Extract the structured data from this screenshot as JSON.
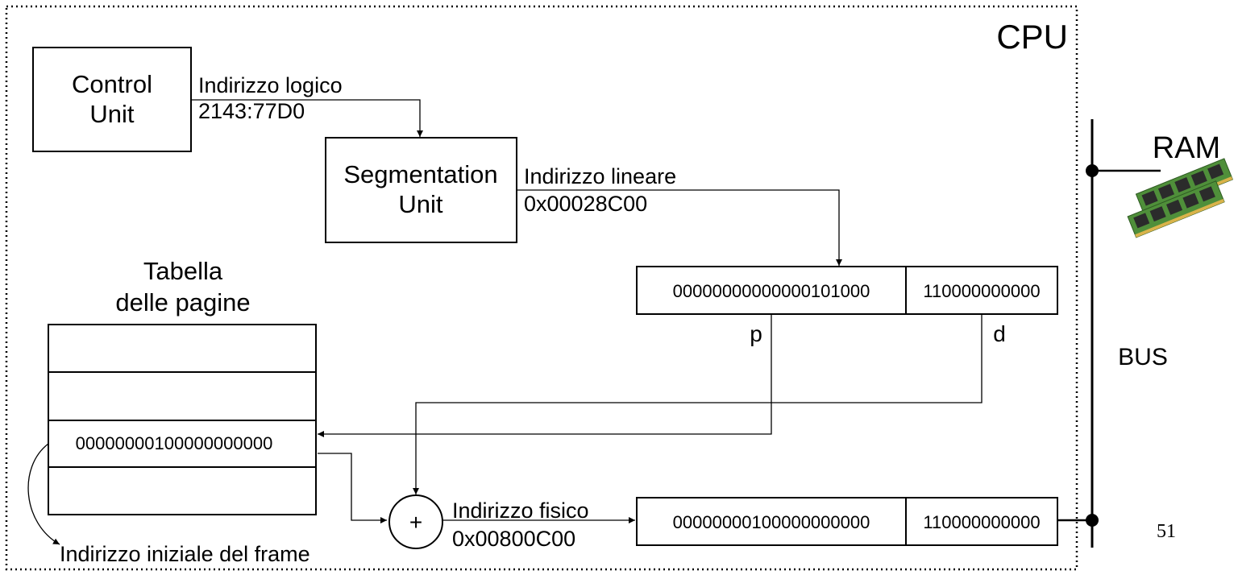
{
  "cpu_label": "CPU",
  "control_unit": {
    "line1": "Control",
    "line2": "Unit"
  },
  "logical_address": {
    "label": "Indirizzo logico",
    "value": "2143:77D0"
  },
  "segmentation_unit": {
    "line1": "Segmentation",
    "line2": "Unit"
  },
  "linear_address": {
    "label": "Indirizzo lineare",
    "value": "0x00028C00",
    "p_bits": "00000000000000101000",
    "d_bits": "110000000000",
    "p_label": "p",
    "d_label": "d"
  },
  "page_table": {
    "title_line1": "Tabella",
    "title_line2": "delle pagine",
    "frame_entry": "00000000100000000000"
  },
  "adder_symbol": "+",
  "physical_address": {
    "label": "Indirizzo fisico",
    "value": "0x00800C00",
    "frame_bits": "00000000100000000000",
    "offset_bits": "110000000000"
  },
  "frame_start_note": "Indirizzo iniziale del frame",
  "ram_label": "RAM",
  "bus_label": "BUS",
  "page_number": "51",
  "colors": {
    "ram_pcb": "#4f8f3a",
    "ram_chip": "#2b2b2b",
    "ram_contacts": "#d9b34a"
  }
}
